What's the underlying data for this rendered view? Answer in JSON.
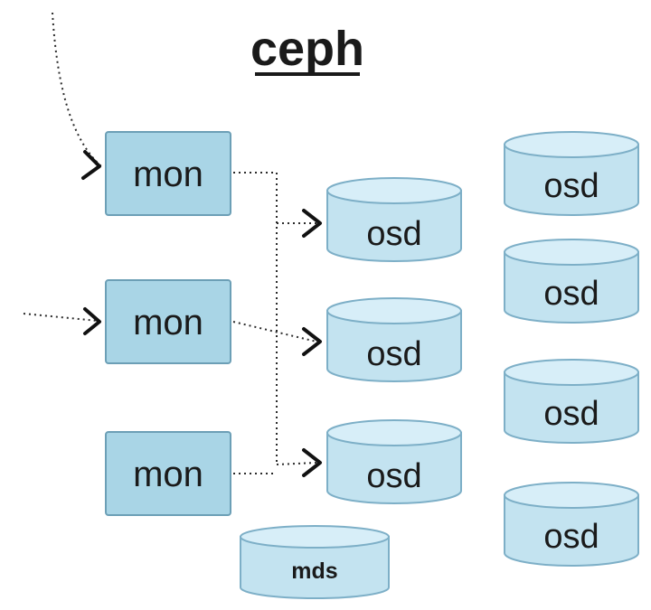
{
  "title": "ceph",
  "monitors": [
    "mon",
    "mon",
    "mon"
  ],
  "osds_middle": [
    "osd",
    "osd",
    "osd"
  ],
  "osds_right": [
    "osd",
    "osd",
    "osd",
    "osd"
  ],
  "mds": "mds",
  "colors": {
    "mon_fill": "#a9d5e6",
    "mon_stroke": "#6c9fb6",
    "cyl_body": "#c3e3f0",
    "cyl_top": "#d7eef8",
    "cyl_stroke": "#7dafc7"
  }
}
